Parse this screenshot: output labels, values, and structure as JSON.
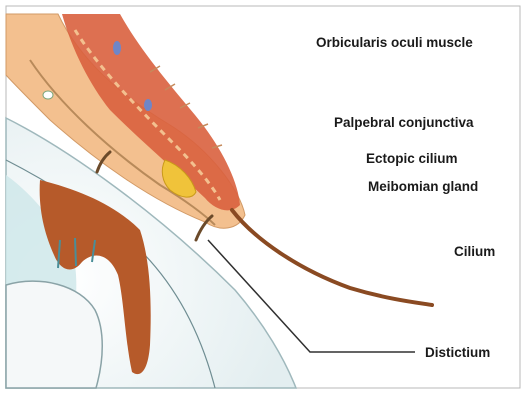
{
  "labels": {
    "orbicularis": "Orbicularis oculi muscle",
    "palpebral": "Palpebral conjunctiva",
    "ectopic": "Ectopic cilium",
    "meibomian": "Meibomian gland",
    "cilium": "Cilium",
    "distictium": "Distictium"
  },
  "colors": {
    "eyelid_skin": "#f3c08f",
    "tarsal_tissue": "#d9603e",
    "meibomian_gland": "#f0c33a",
    "iris": "#b65a2a",
    "cornea_tint": "#cfe7ea",
    "leader_line": "#202020",
    "leader_accent": "#f2b845",
    "label_text": "#1a1a1a"
  }
}
